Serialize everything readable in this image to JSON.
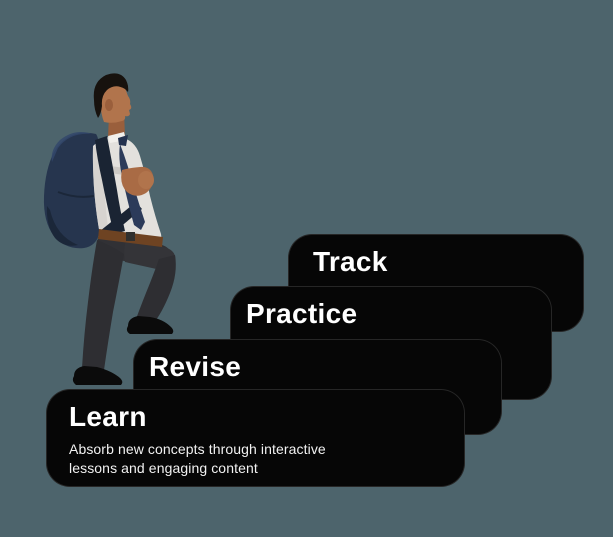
{
  "colors": {
    "background": "#4d646c",
    "card_background": "#060606",
    "card_edge_highlight": "#5a5a5a",
    "title_text": "#ffffff",
    "description_text": "#f2f2f2",
    "figure": {
      "skin": "#b1744c",
      "skin_shadow": "#9a5f3c",
      "hair": "#17120e",
      "shirt": "#e3e1dd",
      "tie": "#2c3b5a",
      "backpack": "#26354e",
      "strap": "#1a2433",
      "trousers": "#303034",
      "belt": "#6e4322",
      "shoes": "#0b0b0b"
    }
  },
  "steps": [
    {
      "label": "Track"
    },
    {
      "label": "Practice"
    },
    {
      "label": "Revise"
    },
    {
      "label": "Learn",
      "description_lines": [
        "Absorb new concepts through interactive",
        "lessons and engaging content"
      ]
    }
  ],
  "figure": {
    "alt": "student-with-backpack-climbing-steps"
  }
}
